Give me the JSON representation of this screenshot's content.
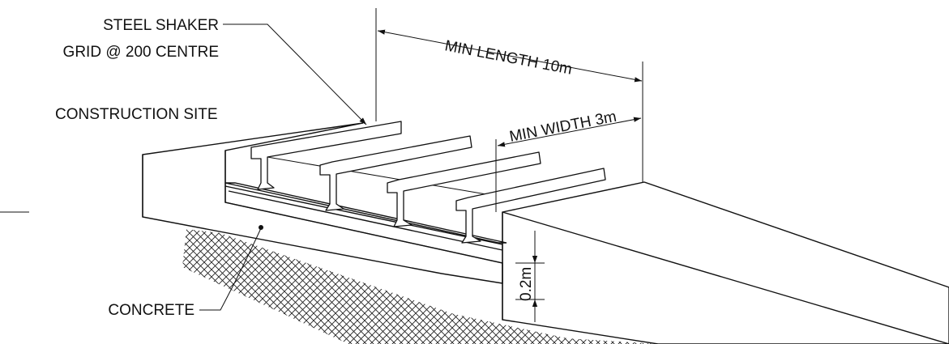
{
  "labels": {
    "shaker_line1": "STEEL SHAKER",
    "shaker_line2": "GRID @ 200 CENTRE",
    "construction_site": "CONSTRUCTION SITE",
    "concrete": "CONCRETE",
    "min_length": "MIN LENGTH 10m",
    "min_width": "MIN WIDTH 3m",
    "depth": "0.2m"
  }
}
